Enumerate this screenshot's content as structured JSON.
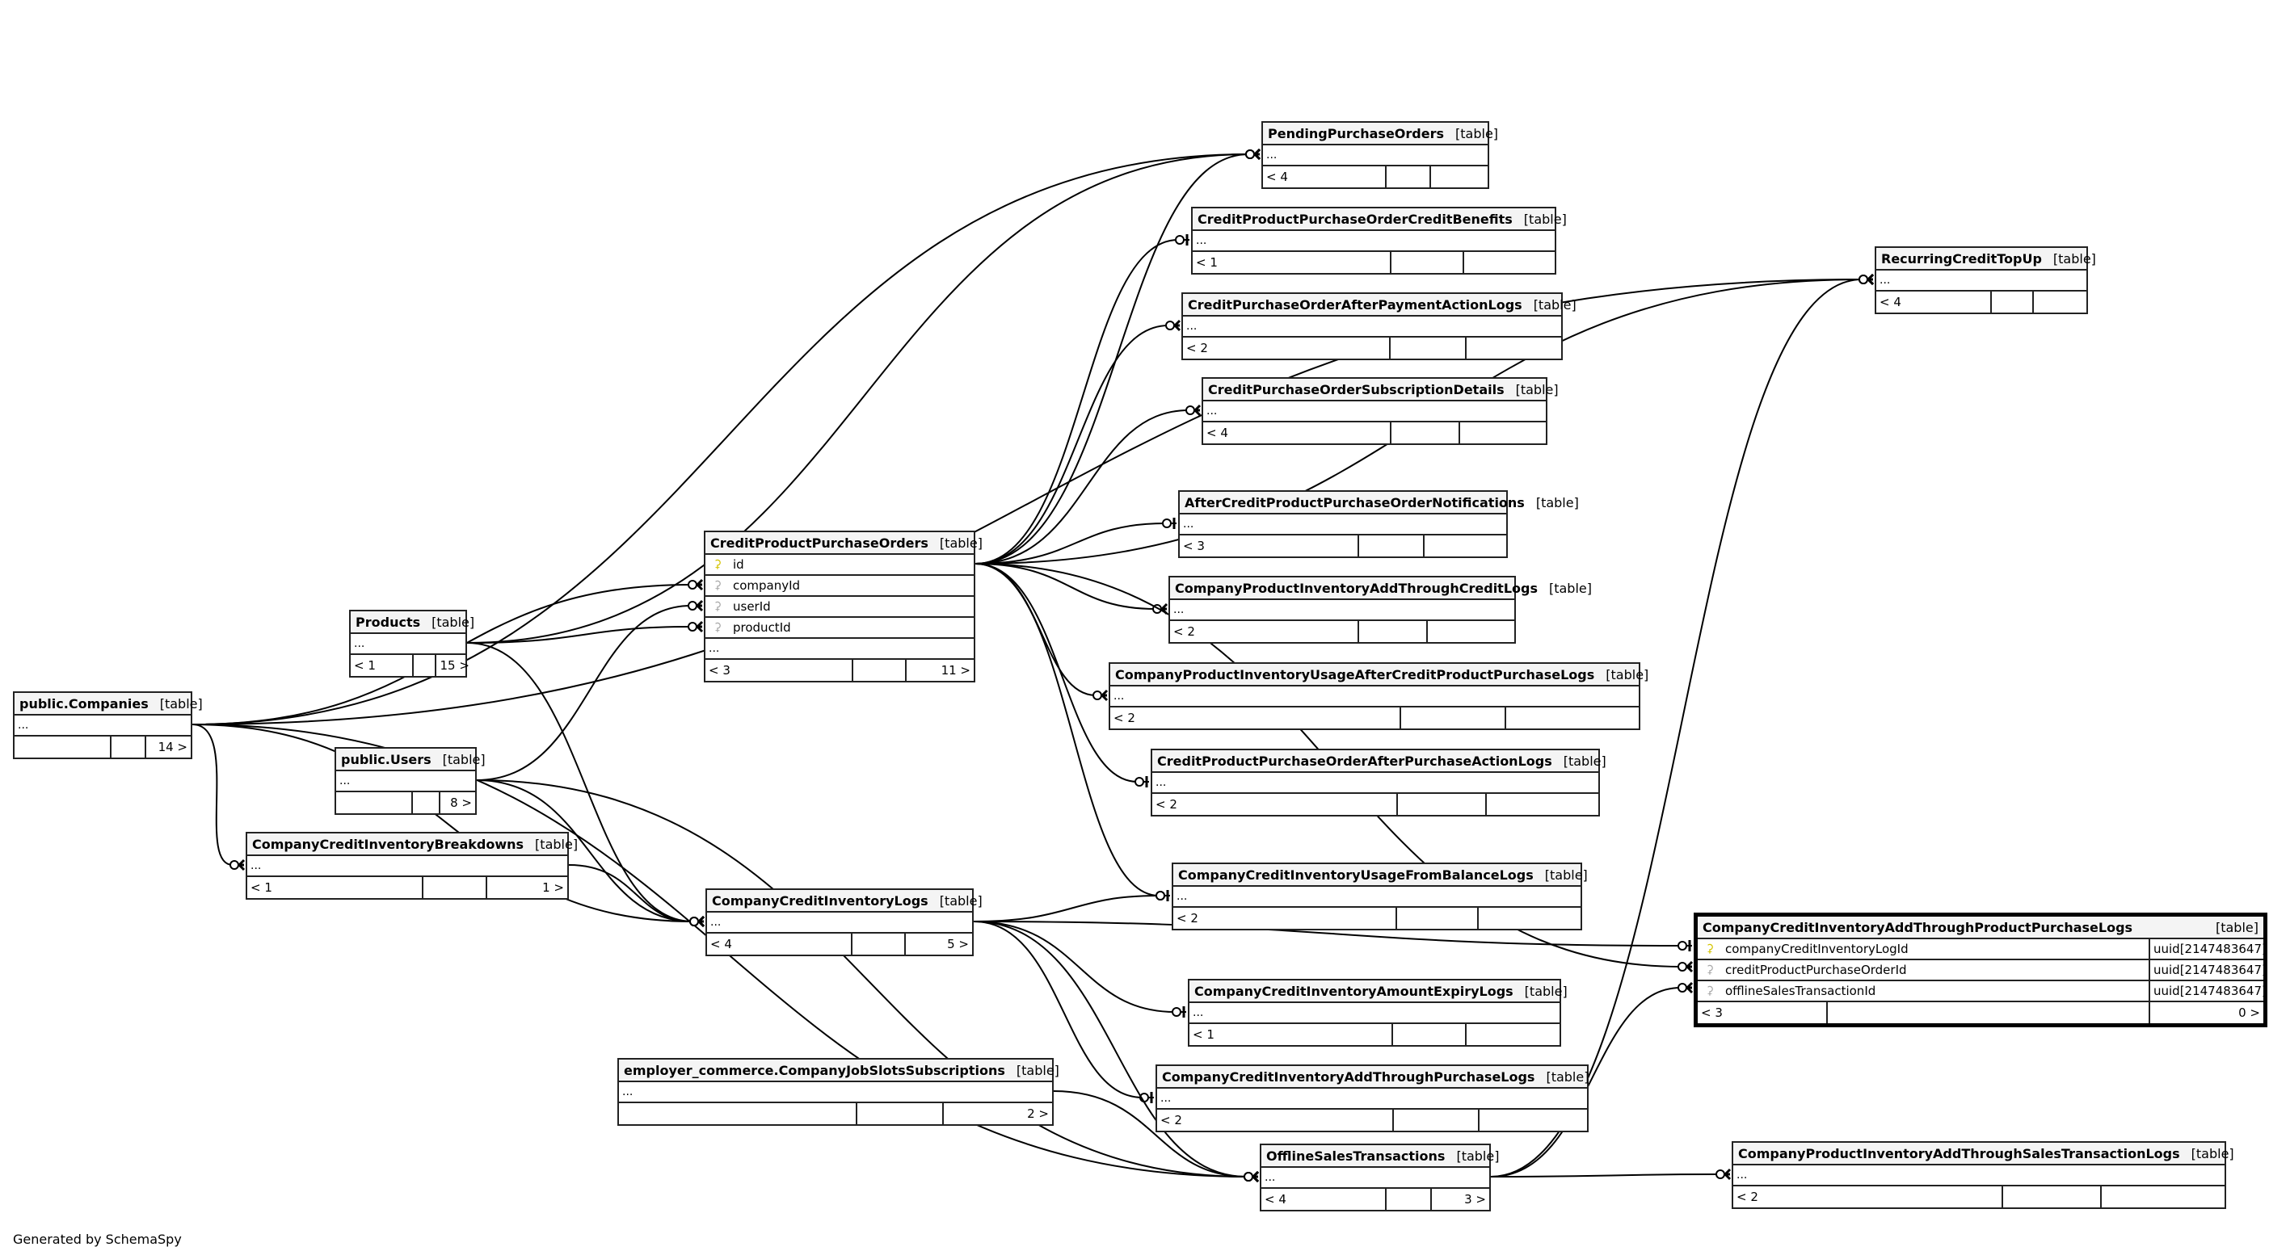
{
  "diagram": {
    "generator_note": "Generated by SchemaSpy",
    "tables": [
      {
        "id": "companies",
        "name": "public.Companies",
        "kind": "[table]",
        "rows": [],
        "ellipsis": "...",
        "parents": "",
        "children": "14 >"
      },
      {
        "id": "products",
        "name": "Products",
        "kind": "[table]",
        "rows": [],
        "ellipsis": "...",
        "parents": "< 1",
        "children": "15 >"
      },
      {
        "id": "users",
        "name": "public.Users",
        "kind": "[table]",
        "rows": [],
        "ellipsis": "...",
        "parents": "",
        "children": "8 >"
      },
      {
        "id": "cppo",
        "name": "CreditProductPurchaseOrders",
        "kind": "[table]",
        "rows": [
          {
            "key": "pk",
            "column": "id"
          },
          {
            "key": "fk",
            "column": "companyId"
          },
          {
            "key": "fk",
            "column": "userId"
          },
          {
            "key": "fk",
            "column": "productId"
          }
        ],
        "ellipsis": "...",
        "parents": "< 3",
        "children": "11 >"
      },
      {
        "id": "ccib",
        "name": "CompanyCreditInventoryBreakdowns",
        "kind": "[table]",
        "rows": [],
        "ellipsis": "...",
        "parents": "< 1",
        "children": "1 >"
      },
      {
        "id": "ccil",
        "name": "CompanyCreditInventoryLogs",
        "kind": "[table]",
        "rows": [],
        "ellipsis": "...",
        "parents": "< 4",
        "children": "5 >"
      },
      {
        "id": "ecjss",
        "name": "employer_commerce.CompanyJobSlotsSubscriptions",
        "kind": "[table]",
        "rows": [],
        "ellipsis": "...",
        "parents": "",
        "children": "2 >"
      },
      {
        "id": "ppo",
        "name": "PendingPurchaseOrders",
        "kind": "[table]",
        "rows": [],
        "ellipsis": "...",
        "parents": "< 4",
        "children": ""
      },
      {
        "id": "cppocb",
        "name": "CreditProductPurchaseOrderCreditBenefits",
        "kind": "[table]",
        "rows": [],
        "ellipsis": "...",
        "parents": "< 1",
        "children": ""
      },
      {
        "id": "cpoapal",
        "name": "CreditPurchaseOrderAfterPaymentActionLogs",
        "kind": "[table]",
        "rows": [],
        "ellipsis": "...",
        "parents": "< 2",
        "children": ""
      },
      {
        "id": "cposd",
        "name": "CreditPurchaseOrderSubscriptionDetails",
        "kind": "[table]",
        "rows": [],
        "ellipsis": "...",
        "parents": "< 4",
        "children": ""
      },
      {
        "id": "acppon",
        "name": "AfterCreditProductPurchaseOrderNotifications",
        "kind": "[table]",
        "rows": [],
        "ellipsis": "...",
        "parents": "< 3",
        "children": ""
      },
      {
        "id": "cpiatcl",
        "name": "CompanyProductInventoryAddThroughCreditLogs",
        "kind": "[table]",
        "rows": [],
        "ellipsis": "...",
        "parents": "< 2",
        "children": ""
      },
      {
        "id": "cpiuacppl",
        "name": "CompanyProductInventoryUsageAfterCreditProductPurchaseLogs",
        "kind": "[table]",
        "rows": [],
        "ellipsis": "...",
        "parents": "< 2",
        "children": ""
      },
      {
        "id": "cppoapal",
        "name": "CreditProductPurchaseOrderAfterPurchaseActionLogs",
        "kind": "[table]",
        "rows": [],
        "ellipsis": "...",
        "parents": "< 2",
        "children": ""
      },
      {
        "id": "cciufbl",
        "name": "CompanyCreditInventoryUsageFromBalanceLogs",
        "kind": "[table]",
        "rows": [],
        "ellipsis": "...",
        "parents": "< 2",
        "children": ""
      },
      {
        "id": "cciael",
        "name": "CompanyCreditInventoryAmountExpiryLogs",
        "kind": "[table]",
        "rows": [],
        "ellipsis": "...",
        "parents": "< 1",
        "children": ""
      },
      {
        "id": "cciatpl",
        "name": "CompanyCreditInventoryAddThroughPurchaseLogs",
        "kind": "[table]",
        "rows": [],
        "ellipsis": "...",
        "parents": "< 2",
        "children": ""
      },
      {
        "id": "ost",
        "name": "OfflineSalesTransactions",
        "kind": "[table]",
        "rows": [],
        "ellipsis": "...",
        "parents": "< 4",
        "children": "3 >"
      },
      {
        "id": "cpiatstl",
        "name": "CompanyProductInventoryAddThroughSalesTransactionLogs",
        "kind": "[table]",
        "rows": [],
        "ellipsis": "...",
        "parents": "< 2",
        "children": ""
      },
      {
        "id": "rctu",
        "name": "RecurringCreditTopUp",
        "kind": "[table]",
        "rows": [],
        "ellipsis": "...",
        "parents": "< 4",
        "children": ""
      },
      {
        "id": "cciatppl",
        "name": "CompanyCreditInventoryAddThroughProductPurchaseLogs",
        "kind": "[table]",
        "focus": true,
        "rows": [
          {
            "key": "pk",
            "column": "companyCreditInventoryLogId",
            "type": "uuid[2147483647]"
          },
          {
            "key": "fk",
            "column": "creditProductPurchaseOrderId",
            "type": "uuid[2147483647]"
          },
          {
            "key": "fk",
            "column": "offlineSalesTransactionId",
            "type": "uuid[2147483647]"
          }
        ],
        "parents": "< 3",
        "children": "0 >"
      }
    ],
    "relationships": [
      {
        "from": "companies",
        "to": "cppo",
        "to_column": "companyId",
        "end": "zero-or-many"
      },
      {
        "from": "companies",
        "to": "ppo",
        "end": "zero-or-many"
      },
      {
        "from": "companies",
        "to": "rctu",
        "end": "zero-or-many"
      },
      {
        "from": "companies",
        "to": "ccib",
        "end": "zero-or-many"
      },
      {
        "from": "companies",
        "to": "ccil",
        "end": "zero-or-many"
      },
      {
        "from": "companies",
        "to": "ost",
        "end": "zero-or-many"
      },
      {
        "from": "products",
        "to": "cppo",
        "to_column": "productId",
        "end": "zero-or-many"
      },
      {
        "from": "products",
        "to": "ppo",
        "end": "zero-or-many"
      },
      {
        "from": "products",
        "to": "ccil",
        "end": "zero-or-many"
      },
      {
        "from": "users",
        "to": "cppo",
        "to_column": "userId",
        "end": "zero-or-many"
      },
      {
        "from": "users",
        "to": "ccil",
        "end": "zero-or-many"
      },
      {
        "from": "users",
        "to": "ost",
        "end": "zero-or-many"
      },
      {
        "from": "ccib",
        "to": "ccil",
        "end": "zero-or-many"
      },
      {
        "from": "cppo",
        "to": "ppo",
        "end": "zero-or-many"
      },
      {
        "from": "cppo",
        "to": "cppocb",
        "end": "zero-or-one"
      },
      {
        "from": "cppo",
        "to": "cpoapal",
        "end": "zero-or-many"
      },
      {
        "from": "cppo",
        "to": "cposd",
        "end": "zero-or-many"
      },
      {
        "from": "cppo",
        "to": "rctu",
        "end": "zero-or-many"
      },
      {
        "from": "cppo",
        "to": "acppon",
        "end": "zero-or-one"
      },
      {
        "from": "cppo",
        "to": "cpiatcl",
        "end": "zero-or-many"
      },
      {
        "from": "cppo",
        "to": "cpiuacppl",
        "end": "zero-or-many"
      },
      {
        "from": "cppo",
        "to": "cppoapal",
        "end": "zero-or-one"
      },
      {
        "from": "cppo",
        "to": "cciufbl",
        "end": "zero-or-one"
      },
      {
        "from": "cppo",
        "to": "cciatppl",
        "to_column": "creditProductPurchaseOrderId",
        "end": "zero-or-many"
      },
      {
        "from": "ccil",
        "to": "cciufbl",
        "end": "zero-or-one"
      },
      {
        "from": "ccil",
        "to": "cciatppl",
        "to_column": "companyCreditInventoryLogId",
        "end": "zero-or-one"
      },
      {
        "from": "ccil",
        "to": "cciael",
        "end": "zero-or-one"
      },
      {
        "from": "ccil",
        "to": "cciatpl",
        "end": "zero-or-one"
      },
      {
        "from": "ccil",
        "to": "ost",
        "end": "zero-or-many"
      },
      {
        "from": "ecjss",
        "to": "ost",
        "end": "zero-or-many"
      },
      {
        "from": "ost",
        "to": "cciatppl",
        "to_column": "offlineSalesTransactionId",
        "end": "zero-or-many"
      },
      {
        "from": "ost",
        "to": "cpiatstl",
        "end": "zero-or-many"
      },
      {
        "from": "ost",
        "to": "rctu",
        "end": "zero-or-many"
      }
    ]
  }
}
